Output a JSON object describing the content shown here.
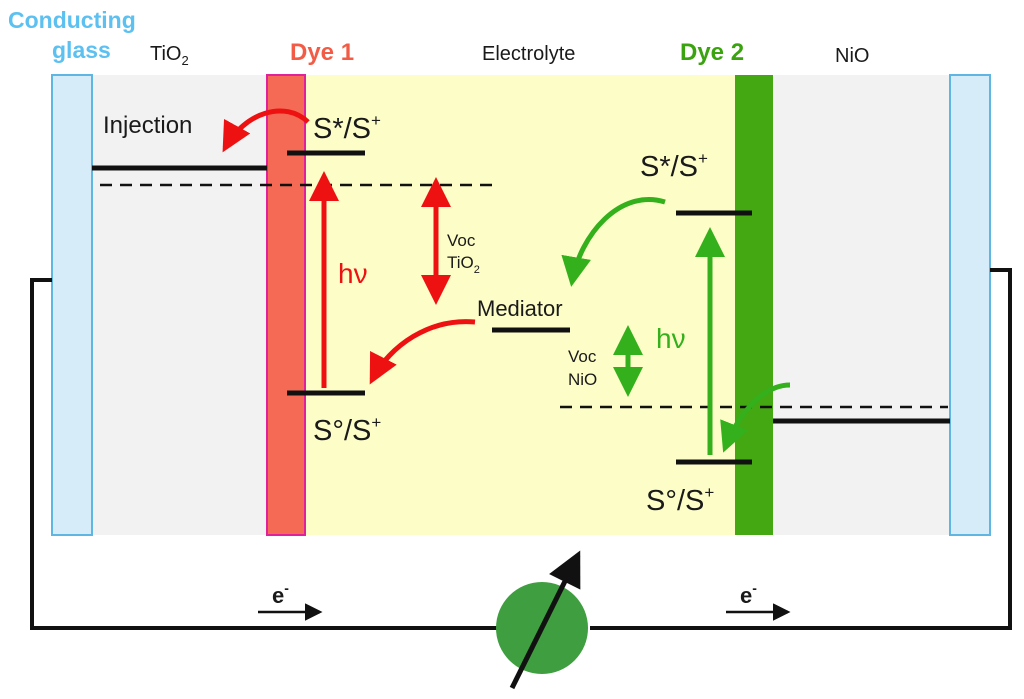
{
  "labels": {
    "conducting_glass_line1": "Conducting",
    "conducting_glass_line2": "glass",
    "tio2": "TiO",
    "tio2_sub": "2",
    "dye1": "Dye 1",
    "electrolyte": "Electrolyte",
    "dye2": "Dye 2",
    "nio": "NiO",
    "injection": "Injection",
    "dye1_excited": "S*/S",
    "dye1_ground": "S°/S",
    "dye2_excited": "S*/S",
    "dye2_ground": "S°/S",
    "plus": "+",
    "hv": "hν",
    "voc_tio2_line1": "Voc",
    "voc_tio2_line2": "TiO",
    "voc_tio2_sub": "2",
    "mediator": "Mediator",
    "voc_nio_line1": "Voc",
    "voc_nio_line2": "NiO",
    "electron": "e",
    "minus": "-"
  },
  "colors": {
    "glass": "#d6ecf8",
    "glass_border": "#5fb6e3",
    "glass_label": "#5cc0f0",
    "semiconductor": "#f2f2f2",
    "electrolyte": "#fdfdc8",
    "dye1": "#f56a55",
    "dye1_border": "#e0229a",
    "dye1_label": "#f25c46",
    "dye2": "#44a812",
    "dye2_label": "#3aa30f",
    "red_arrow": "#ee1111",
    "green_arrow": "#33b01b",
    "load": "#3f9e3f",
    "line": "#111111"
  }
}
